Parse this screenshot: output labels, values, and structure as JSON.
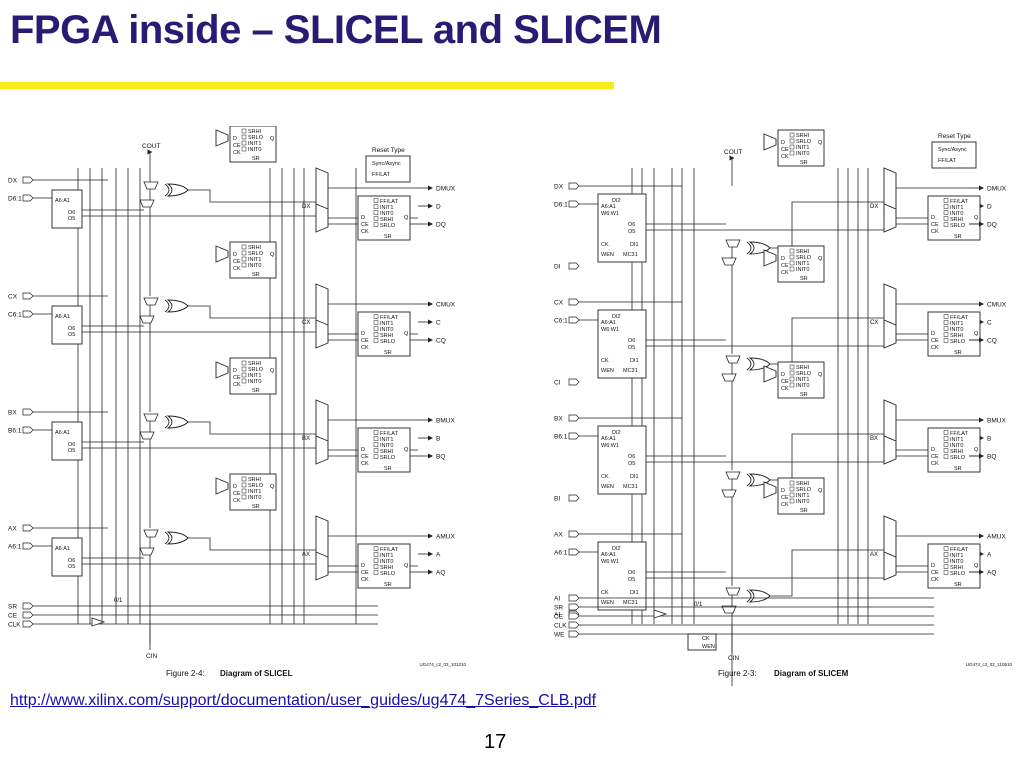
{
  "title": "FPGA inside – SLICEL and SLICEM",
  "link": "http://www.xilinx.com/support/documentation/user_guides/ug474_7Series_CLB.pdf",
  "page_number": "17",
  "colors": {
    "title": "#2b1a73",
    "underline": "#f5ec1a",
    "link": "#1a0dab"
  },
  "slicel": {
    "caption_num": "Figure 2-4:",
    "caption": "Diagram of SLICEL",
    "code": "UG474_c2_03_101210",
    "cout": "COUT",
    "cin": "CIN",
    "reset_type": "Reset Type",
    "sync_async": "Sync/Async",
    "ff_lat": "FF/LAT",
    "inputs_left": [
      "DX",
      "D6:1",
      "CX",
      "C6:1",
      "BX",
      "B6:1",
      "AX",
      "A6:1",
      "SR",
      "CE",
      "CLK"
    ],
    "lut_label": [
      "A6:A1",
      "O6",
      "O5"
    ],
    "outputs": [
      "DMUX",
      "D",
      "DQ",
      "CMUX",
      "C",
      "CQ",
      "BMUX",
      "B",
      "BQ",
      "AMUX",
      "A",
      "AQ"
    ],
    "mux_labels": [
      "DX",
      "CX",
      "BX",
      "AX"
    ],
    "ff_pins": [
      "FF/LAT",
      "INIT1",
      "INIT0",
      "SRHI",
      "SRLO",
      "D",
      "CE",
      "CK",
      "Q",
      "SR"
    ],
    "latch_pins": [
      "SRHI",
      "SRLO",
      "INIT1",
      "INIT0",
      "D",
      "CE",
      "CK",
      "Q",
      "SR"
    ],
    "zero_one": "0/1"
  },
  "slicem": {
    "caption_num": "Figure 2-3:",
    "caption": "Diagram of SLICEM",
    "code": "UG474_c2_02_110510",
    "cout": "COUT",
    "cin": "CIN",
    "reset_type": "Reset Type",
    "sync_async": "Sync/Async",
    "ff_lat": "FF/LAT",
    "inputs_left": [
      "DX",
      "D6:1",
      "DI",
      "CX",
      "C6:1",
      "CI",
      "BX",
      "B6:1",
      "BI",
      "AX",
      "A6:1",
      "AI",
      "SR",
      "CE",
      "CLK",
      "WE"
    ],
    "lut_label": [
      "DI2",
      "A6:A1",
      "W6:W1",
      "O6",
      "O5",
      "CK",
      "DI1",
      "WEN",
      "MC31"
    ],
    "outputs": [
      "DMUX",
      "D",
      "DQ",
      "CMUX",
      "C",
      "CQ",
      "BMUX",
      "B",
      "BQ",
      "AMUX",
      "A",
      "AQ"
    ],
    "mux_labels": [
      "DX",
      "CX",
      "BX",
      "AX"
    ],
    "zero_one": "0/1",
    "ck": "CK",
    "wen": "WEN"
  }
}
